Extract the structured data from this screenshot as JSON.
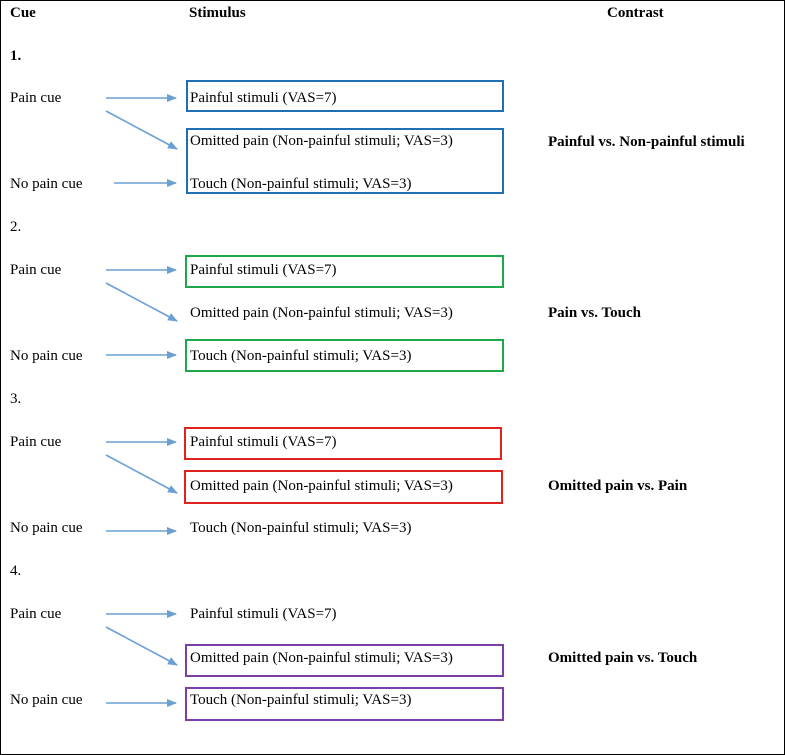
{
  "headers": {
    "cue": "Cue",
    "stimulus": "Stimulus",
    "contrast": "Contrast"
  },
  "colors": {
    "blue": "#1f6fb5",
    "green": "#1ea84b",
    "red": "#e0221f",
    "purple": "#7b3fa8",
    "arrow": "#6a9fd4"
  },
  "panels": [
    {
      "number": "1.",
      "pain_cue": "Pain cue",
      "no_pain_cue": "No pain cue",
      "painful": "Painful stimuli (VAS=7)",
      "omitted": "Omitted pain (Non-painful stimuli; VAS=3)",
      "touch": "Touch (Non-painful stimuli; VAS=3)",
      "contrast": "Painful vs. Non-painful stimuli",
      "box_color": "#1f6fb5"
    },
    {
      "number": "2.",
      "pain_cue": "Pain cue",
      "no_pain_cue": "No pain cue",
      "painful": "Painful stimuli (VAS=7)",
      "omitted": "Omitted pain (Non-painful stimuli; VAS=3)",
      "touch": "Touch (Non-painful stimuli; VAS=3)",
      "contrast": "Pain vs. Touch",
      "box_color": "#1ea84b"
    },
    {
      "number": "3.",
      "pain_cue": "Pain cue",
      "no_pain_cue": "No pain cue",
      "painful": "Painful stimuli (VAS=7)",
      "omitted": "Omitted pain (Non-painful stimuli; VAS=3)",
      "touch": "Touch (Non-painful stimuli; VAS=3)",
      "contrast": "Omitted pain vs. Pain",
      "box_color": "#e0221f"
    },
    {
      "number": "4.",
      "pain_cue": "Pain cue",
      "no_pain_cue": "No pain cue",
      "painful": "Painful stimuli (VAS=7)",
      "omitted": "Omitted pain (Non-painful stimuli; VAS=3)",
      "touch": "Touch (Non-painful stimuli; VAS=3)",
      "contrast": "Omitted pain vs. Touch",
      "box_color": "#7b3fa8"
    }
  ]
}
